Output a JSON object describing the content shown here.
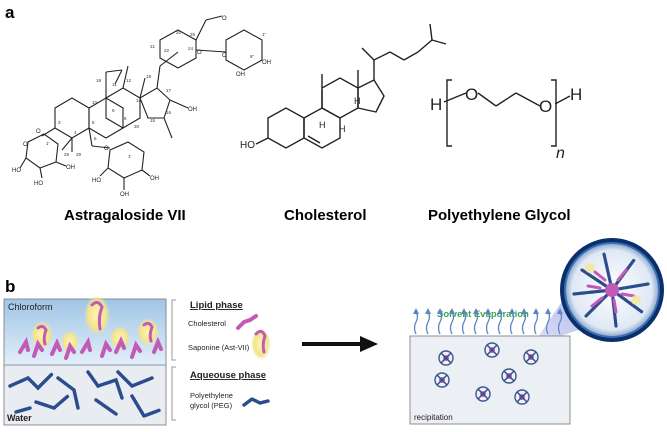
{
  "panel_a": {
    "label": "a",
    "molecules": [
      {
        "name": "Astragaloside VII"
      },
      {
        "name": "Cholesterol"
      },
      {
        "name": "Polyethylene Glycol"
      }
    ],
    "peg_formula": {
      "h_left": "H",
      "o1": "O",
      "o2": "O",
      "h_right": "H",
      "n": "n"
    },
    "cholesterol_labels": {
      "ho": "HO",
      "h1": "H",
      "h2": "H",
      "h3": "H"
    },
    "astragaloside_labels": {
      "atoms": [
        "O",
        "O",
        "O",
        "O",
        "O",
        "O",
        "OH",
        "OH",
        "HO",
        "HO",
        "HO",
        "OH",
        "OH",
        "OH",
        "OH"
      ],
      "numbers": [
        "1″",
        "20",
        "24",
        "25",
        "22",
        "21",
        "18",
        "17",
        "16",
        "15",
        "14",
        "12",
        "11",
        "19",
        "9",
        "8",
        "10",
        "5",
        "3",
        "4",
        "28",
        "29",
        "30",
        "6",
        "1′",
        "6″",
        "1′"
      ]
    }
  },
  "panel_b": {
    "label": "b",
    "chloroform": "Chloroform",
    "water": "Water",
    "legend": {
      "lipid_phase": "Lipid phase",
      "cholesterol": "Cholesterol",
      "saponine": "Saponine (Ast-VII)",
      "aqueous_phase": "Aqueouse phase",
      "peg_line1": "Polyethylene",
      "peg_line2": "glycol (PEG)"
    },
    "solvent_evaporation": "Solvent Evaporation",
    "precipitation": "recipitation"
  },
  "colors": {
    "chloroform_top": "#b6d4ec",
    "chloroform_bottom": "#e1eef8",
    "water": "#e8ecf1",
    "cholesterol": "#c35ab8",
    "saponine_glow": "#f3e79a",
    "peg": "#2c4d8c",
    "evaporation": "#3aa651",
    "evap_arrows": "#5a86bf",
    "lens": "#3a6fb3",
    "lens_cone": "#7f8fd6"
  }
}
